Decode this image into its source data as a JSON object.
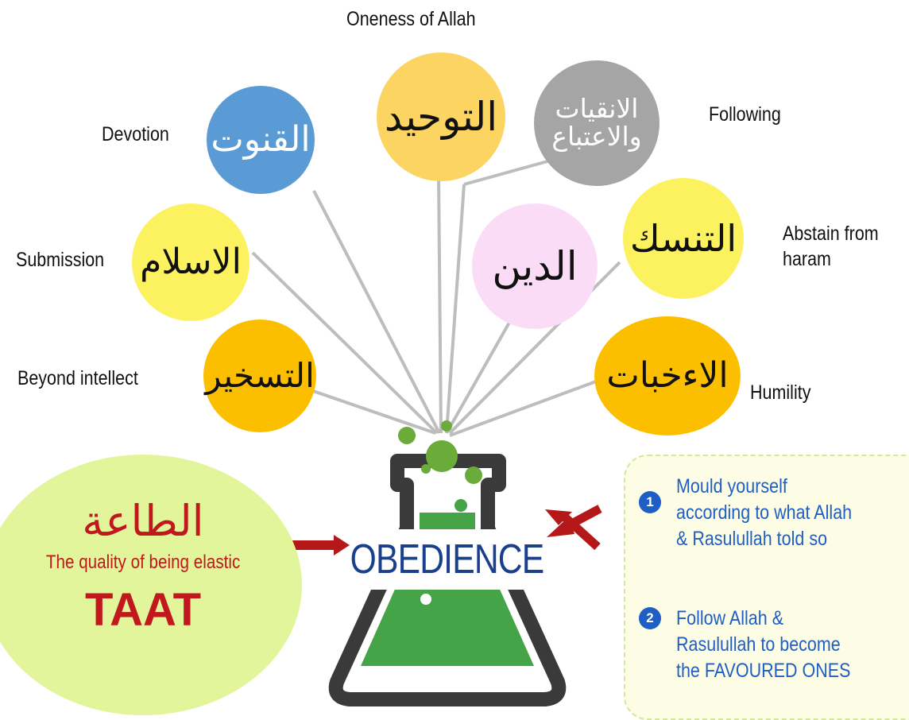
{
  "colors": {
    "line": "#bdbdbd",
    "arrow": "#b41818",
    "flask_outline": "#3a3a3a",
    "liquid": "#44a447",
    "bubble": "#6aab3a",
    "note_text": "#1f5ec4",
    "taat_red": "#c0181d",
    "obedience_blue": "#1a3f8c"
  },
  "concepts": [
    {
      "arabic": "التوحيد",
      "english": "Oneness of Allah",
      "color": "#fbd462"
    },
    {
      "arabic": "القنوت",
      "english": "Devotion",
      "color": "#5b9bd5"
    },
    {
      "arabic": "الانقيات\nوالاعتباع",
      "english": "Following",
      "color": "#a5a5a5"
    },
    {
      "arabic": "الاسلام",
      "english": "Submission",
      "color": "#fcf25f"
    },
    {
      "arabic": "الدين",
      "english": "",
      "color": "#fadcf7"
    },
    {
      "arabic": "التنسك",
      "english": "Abstain from\nharam",
      "color": "#fcf25f"
    },
    {
      "arabic": "التسخير",
      "english": "Beyond intellect",
      "color": "#fcbf00"
    },
    {
      "arabic": "الاءخبات",
      "english": "Humility",
      "color": "#fcbf00"
    }
  ],
  "taat": {
    "arabic": "الطاعة",
    "subtitle": "The quality of being elastic",
    "word": "TAAT",
    "color": "#e3f59a"
  },
  "flask": {
    "label": "OBEDIENCE"
  },
  "notes": [
    {
      "number": "1",
      "text": "Mould yourself\naccording to what Allah\n& Rasulullah told so"
    },
    {
      "number": "2",
      "text": "Follow Allah &\nRasulullah to become\nthe FAVOURED ONES"
    }
  ]
}
